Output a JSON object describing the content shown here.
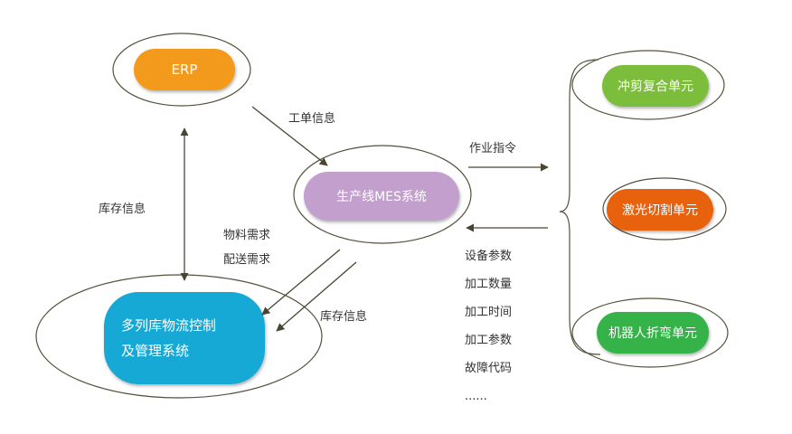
{
  "nodes": {
    "erp": "ERP",
    "mes": "生产线MES系统",
    "wms_line1": "多列库物流控制",
    "wms_line2": "及管理系统",
    "unit_punch": "冲剪复合单元",
    "unit_laser": "激光切割单元",
    "unit_robot": "机器人折弯单元"
  },
  "edges": {
    "work_order": "工单信息",
    "inventory_left": "库存信息",
    "material_demand": "物料需求",
    "delivery_demand": "配送需求",
    "inventory_right": "库存信息",
    "operation_cmd": "作业指令"
  },
  "feedback_params": [
    "设备参数",
    "加工数量",
    "加工时间",
    "加工参数",
    "故障代码",
    "......"
  ],
  "colors": {
    "erp": "#f39a1e",
    "mes": "#c39fcd",
    "wms": "#18a9d5",
    "punch": "#7cbe3a",
    "laser": "#e8620f",
    "robot": "#35b34a",
    "outline": "#56503a",
    "arrow": "#4a4532"
  }
}
